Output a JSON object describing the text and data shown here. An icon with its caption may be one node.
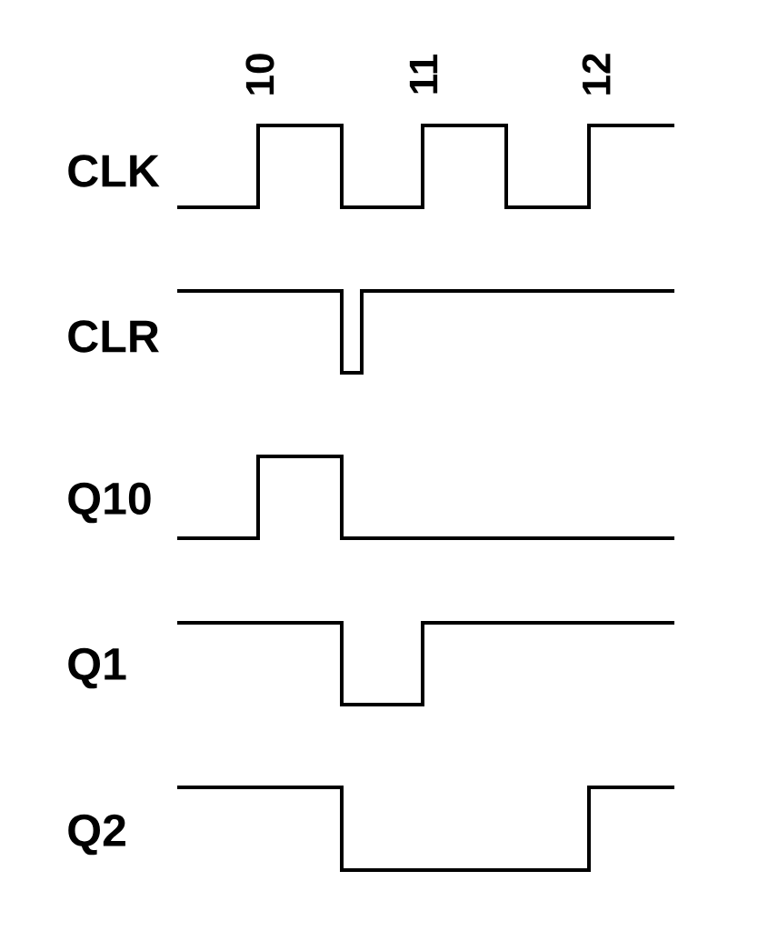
{
  "diagram": {
    "labels": [
      "10",
      "11",
      "12",
      "CLK",
      "CLR",
      "Q10",
      "Q1",
      "Q2"
    ]
  }
}
